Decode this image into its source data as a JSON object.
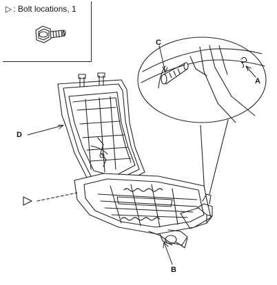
{
  "legend": {
    "symbol": "▷",
    "text": ": Bolt locations, 1"
  },
  "callouts": {
    "a": "A",
    "b": "B",
    "c": "C",
    "d": "D"
  }
}
